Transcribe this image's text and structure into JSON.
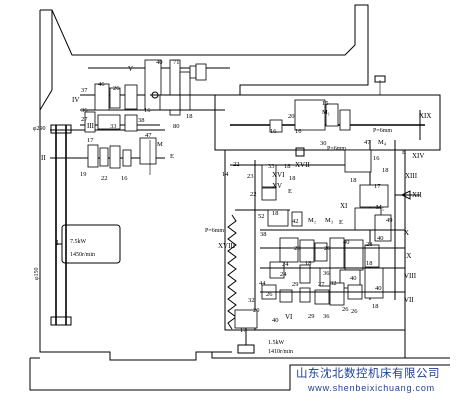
{
  "shafts": {
    "II": "II",
    "III": "III",
    "IV": "IV",
    "V": "V",
    "I": "I",
    "VII": "VII",
    "VIII": "VIII",
    "IX": "IX",
    "X": "X",
    "XI": "XI",
    "XII": "XII",
    "XIII": "XIII",
    "XIV": "XIV",
    "XV": "XV",
    "XVI": "XVI",
    "XVII": "XVII",
    "XVIII": "XVIII",
    "XIX": "XIX",
    "VI": "VI"
  },
  "gears": {
    "g40a": "40",
    "g71": "71",
    "g18a": "18",
    "g80": "80",
    "g46": "46",
    "g26a": "26",
    "g37": "37",
    "g36a": "36",
    "g27": "27",
    "g16a": "16",
    "g38a": "38",
    "g33a": "33",
    "g17a": "17",
    "g47a": "47",
    "g19": "19",
    "g22a": "22",
    "g16b": "16",
    "g15": "15",
    "g20a": "20",
    "g16c": "16",
    "g30": "30",
    "g16d": "16",
    "g47b": "47",
    "g22b": "22",
    "g33b": "33",
    "g18b": "18",
    "g22c": "22",
    "g16e": "16",
    "g18c": "18",
    "g17b": "17",
    "g18d": "18",
    "g52": "52",
    "g18e": "18",
    "g42": "42",
    "g38b": "38",
    "g29": "29",
    "g18f": "18",
    "g36b": "36",
    "g24": "24",
    "g28": "28",
    "g40b": "40",
    "g40c": "40",
    "g49": "49",
    "g18g": "18",
    "g40d": "40",
    "g40e": "40",
    "g27b": "27",
    "g32a": "32",
    "g44": "44",
    "g26b": "26",
    "g32b": "32",
    "g26c": "26",
    "g29b": "29",
    "g36c": "36",
    "g18h": "18",
    "g17c": "17",
    "g20b": "20",
    "g40f": "40",
    "g26d": "26",
    "g14": "14",
    "g18i": "18",
    "g23": "23",
    "g26e": "26",
    "g29c": "29",
    "g24b": "24"
  },
  "markers": {
    "M": "M",
    "E": "E",
    "M1": "M₁",
    "M2": "M₂",
    "M3": "M₃",
    "M4": "M₄",
    "M5": "M₅",
    "E2": "E",
    "E3": "E",
    "E4": "E"
  },
  "pitch": {
    "p1": "P=6mm",
    "p2": "P=6mm",
    "p3": "P=6mm"
  },
  "dims": {
    "d1": "φ290",
    "d2": "φ150"
  },
  "motors": {
    "main_power": "7.5kW",
    "main_speed": "1450r/min",
    "feed_power": "1.5kW",
    "feed_speed": "1410r/min"
  },
  "watermark": {
    "company": "山东沈北数控机床有限公司",
    "url": "www.shenbeixichuang.com"
  }
}
